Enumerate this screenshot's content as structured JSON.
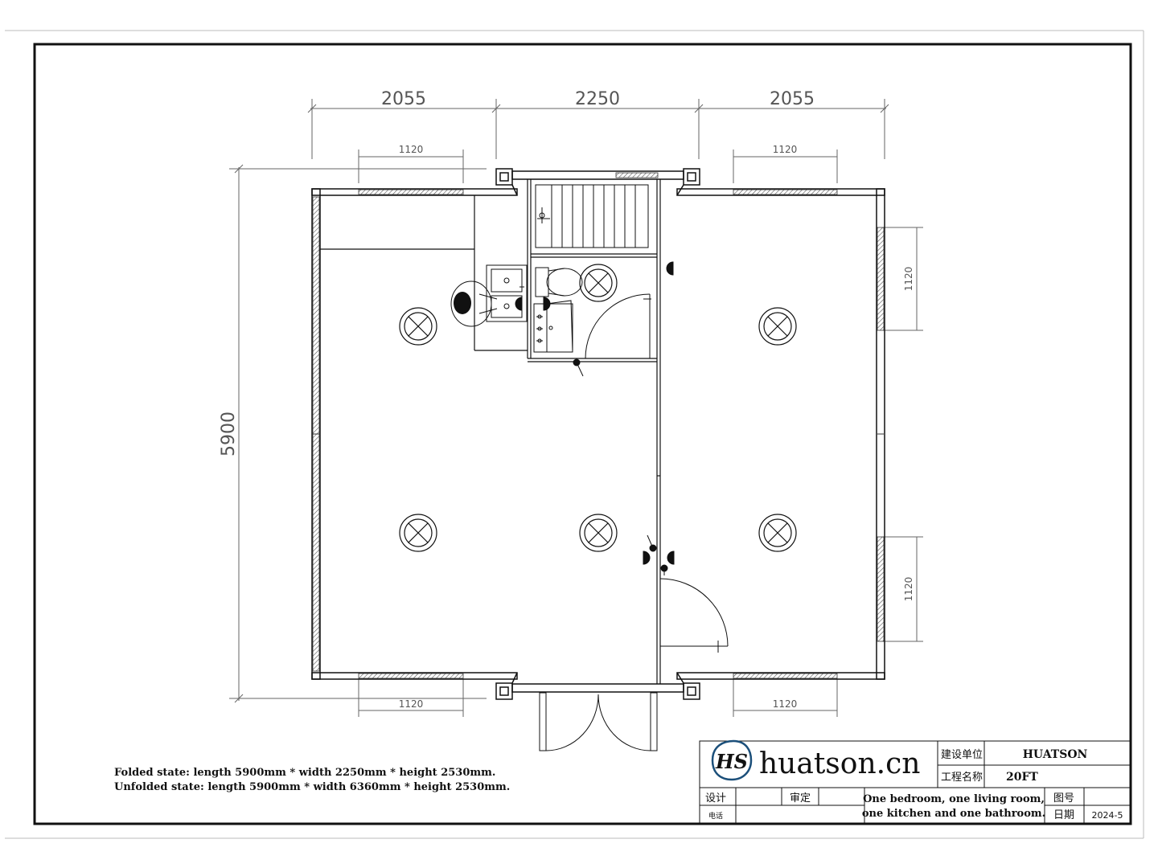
{
  "dimensions": {
    "top_segments": [
      "2055",
      "2250",
      "2055"
    ],
    "window_widths": {
      "top_left": "1120",
      "top_right": "1120",
      "bottom_left": "1120",
      "bottom_right": "1120",
      "right_upper": "1120",
      "right_lower": "1120"
    },
    "overall_length": "5900"
  },
  "notes": {
    "folded": "Folded state: length 5900mm * width 2250mm * height 2530mm.",
    "unfolded": "Unfolded state: length 5900mm * width 6360mm * height 2530mm."
  },
  "title_block": {
    "logo_mark": "HS",
    "brand": "huatson.cn",
    "client_label": "建设单位",
    "client_value": "HUATSON",
    "project_label": "工程名称",
    "project_value": "20FT",
    "design_label": "设计",
    "review_label": "审定",
    "phone_label": "电话",
    "description_line1": "One bedroom, one living room,",
    "description_line2": "one kitchen and one bathroom.",
    "drawing_no_label": "图号",
    "date_label": "日期",
    "date_value": "2024-5"
  },
  "colors": {
    "line": "#111111",
    "dim_line": "#666666",
    "hatch": "#555555"
  }
}
